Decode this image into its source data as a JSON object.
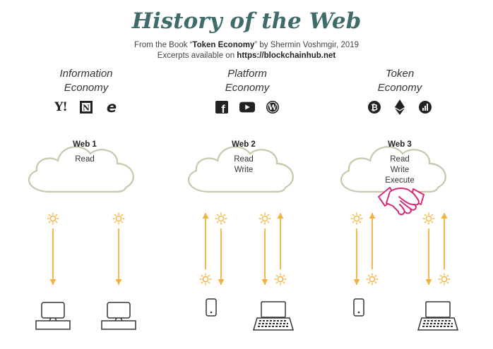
{
  "title": "History of the Web",
  "subtitle_line1": {
    "prefix": "From the Book “",
    "book": "Token Economy",
    "suffix": "” by Shermin Voshmgir, 2019"
  },
  "subtitle_line2": {
    "prefix": "Excerpts available on ",
    "url": "https://blockchainhub.net"
  },
  "columns": [
    {
      "title_line1": "Information",
      "title_line2": "Economy",
      "icons": [
        "yahoo-icon",
        "newspaper-icon",
        "internet-explorer-icon"
      ],
      "cloud_title": "Web 1",
      "cloud_lines": [
        "Read"
      ]
    },
    {
      "title_line1": "Platform",
      "title_line2": "Economy",
      "icons": [
        "facebook-icon",
        "youtube-icon",
        "wordpress-icon"
      ],
      "cloud_title": "Web 2",
      "cloud_lines": [
        "Read",
        "Write"
      ]
    },
    {
      "title_line1": "Token",
      "title_line2": "Economy",
      "icons": [
        "bitcoin-icon",
        "ethereum-icon",
        "token-chart-icon"
      ],
      "cloud_title": "Web 3",
      "cloud_lines": [
        "Read",
        "Write",
        "Execute"
      ]
    }
  ],
  "colors": {
    "title": "#3f6b6b",
    "cloud": "#c9c6ad",
    "arrow": "#f5b13d",
    "handshake": "#d6297a",
    "device": "#333333"
  }
}
